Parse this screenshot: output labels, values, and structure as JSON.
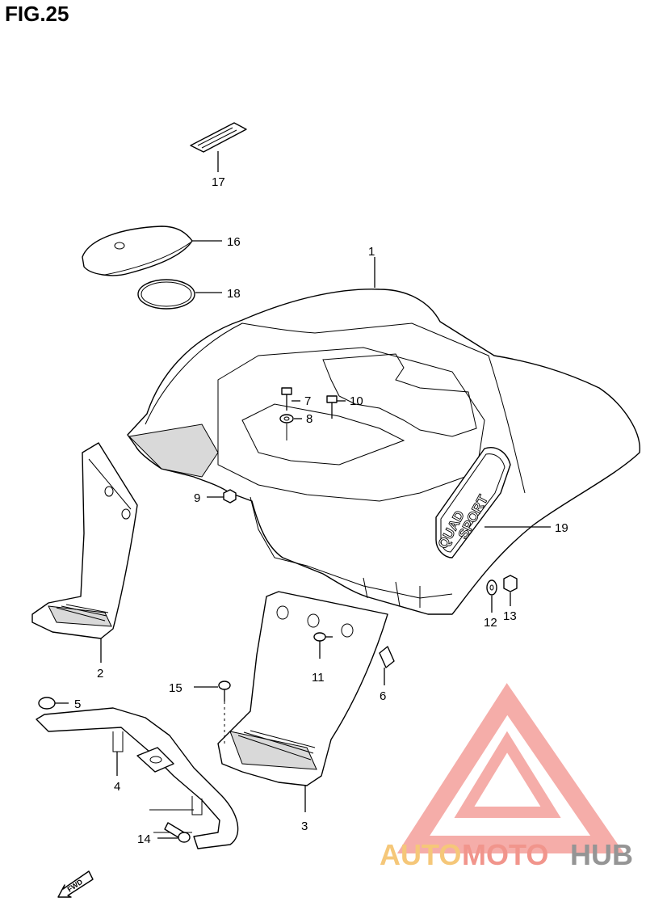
{
  "figure": {
    "title": "FIG.25"
  },
  "callouts": [
    {
      "id": "1",
      "label": "1"
    },
    {
      "id": "2",
      "label": "2"
    },
    {
      "id": "3",
      "label": "3"
    },
    {
      "id": "4",
      "label": "4"
    },
    {
      "id": "5",
      "label": "5"
    },
    {
      "id": "6",
      "label": "6"
    },
    {
      "id": "7",
      "label": "7"
    },
    {
      "id": "8",
      "label": "8"
    },
    {
      "id": "9",
      "label": "9"
    },
    {
      "id": "10",
      "label": "10"
    },
    {
      "id": "11",
      "label": "11"
    },
    {
      "id": "12",
      "label": "12"
    },
    {
      "id": "13",
      "label": "13"
    },
    {
      "id": "14",
      "label": "14"
    },
    {
      "id": "15",
      "label": "15"
    },
    {
      "id": "16",
      "label": "16"
    },
    {
      "id": "17",
      "label": "17"
    },
    {
      "id": "18",
      "label": "18"
    },
    {
      "id": "19",
      "label": "19"
    }
  ],
  "decal_text": {
    "line1": "QUAD",
    "line2": "SPORT"
  },
  "direction_marker": {
    "label": "FWD"
  },
  "watermark": {
    "brand_part1": "AUTO",
    "brand_part2": "MOTO",
    "brand_part3": "HUB",
    "colors": {
      "auto": "#f5c26b",
      "moto": "#f08a80",
      "hub": "#8a8a8a",
      "triangle": "#f4a5a0"
    }
  }
}
